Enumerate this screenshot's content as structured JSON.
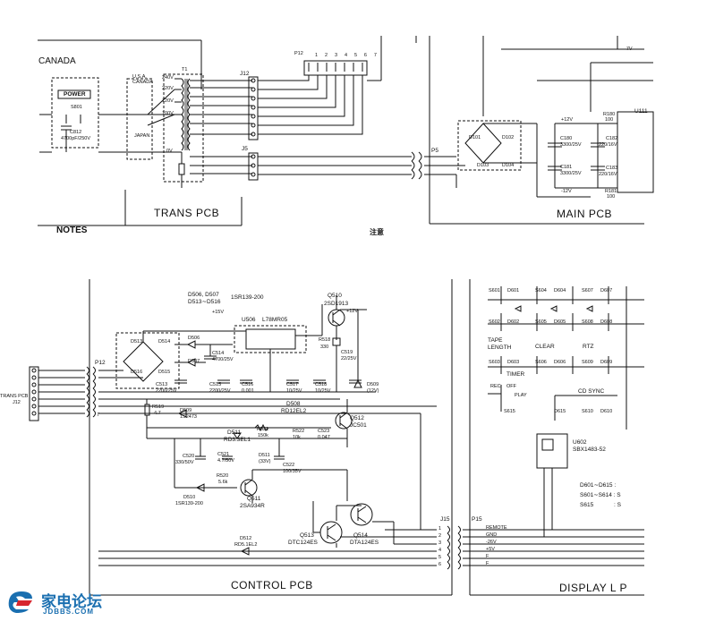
{
  "top": {
    "canada": "CANADA",
    "power": "POWER",
    "s801": "S801",
    "c812": "C812",
    "c812_val": "4700pF/250V",
    "region_usa": "U.S.A.",
    "region_canada": "CANADA",
    "region_japan": "JAPAN",
    "t1": "T1",
    "v240": "240V",
    "v220": "220V",
    "v120": "120V",
    "v100": "100V",
    "v0": "0V",
    "j12": "J12",
    "j5": "J5",
    "p12": "P12",
    "p12_pins": "1 2 3 4 5 6 7",
    "trans_pcb": "TRANS PCB",
    "p5": "P5",
    "d101": "D101",
    "d102": "D102",
    "d103": "D103",
    "d104": "D104",
    "plus12": "+12V",
    "minus12": "-12V",
    "minus7": "-7V",
    "c180": "C180",
    "c180_val": "3300/25V",
    "c181": "C181",
    "c181_val": "3300/25V",
    "c182": "C182",
    "c182_val": "220/16V",
    "c183": "C183",
    "c183_val": "220/16V",
    "r180": "R180",
    "r180_val": "100",
    "r181": "R181",
    "r181_val": "100",
    "u111": "U111",
    "main_pcb": "MAIN PCB",
    "notes": "NOTES",
    "zhuyi": "注意"
  },
  "bottom": {
    "d506_label": "D506, D507",
    "d513_label": "D513∼D516",
    "d506_part": "1SR139-200",
    "q510": "Q510",
    "q510_part": "2SD1913",
    "plus12": "+12V",
    "plus15": "+15V",
    "u506": "U506",
    "u506_part": "L78MR05",
    "d513": "D513",
    "d514": "D514",
    "d515": "D515",
    "d516": "D516",
    "d506": "D506",
    "d507": "D507",
    "c514": "C514",
    "c514_val": "4700/25V",
    "r518": "R518",
    "r518_val": "330",
    "c519": "C519",
    "c519_val": "22/25V",
    "c513": "C513",
    "c513_val": "2200/25V",
    "c515": "C515",
    "c515_val": "2200/25V",
    "c516": "C516",
    "c516_val": "0.001",
    "c517": "C517",
    "c517_val": "10/25V",
    "c518": "C518",
    "c518_val": "10/25V",
    "d509": "D509",
    "d509_val": "(12V)",
    "d508": "D508",
    "d508_part": "RD12EL2",
    "trans_pcb": "TRANS PCB",
    "j12": "J12",
    "p12": "P12",
    "r519": "R519",
    "r519_val": "4.7",
    "s509": "D509",
    "s509_part": "1S2473",
    "r521": "R521",
    "r521_val": "150k",
    "r522": "R522",
    "r522_val": "10k",
    "c523": "C523",
    "c523_val": "0.047",
    "q512": "Q512",
    "q512_part": "JC501",
    "d511": "D511",
    "d511_part": "RD3.3EL1",
    "c520": "C520",
    "c520_val": "330/50V",
    "c521": "C521",
    "c521_val": "4.7/50V",
    "d511b": "D511",
    "d511b_val": "(33V)",
    "c522": "C522",
    "c522_val": "100/35V",
    "r520": "R520",
    "r520_val": "5.6k",
    "q511": "Q511",
    "q511_part": "2SA934R",
    "d510": "D510",
    "d510_part": "1SR139-200",
    "q513": "Q513",
    "q513_part": "DTC124ES",
    "q514": "Q514",
    "q514_part": "DTA124ES",
    "d512": "D512",
    "d512_part": "RD5.1EL2",
    "j15": "J15",
    "p15": "P15",
    "p15_pins": [
      "REMOTE",
      "GND",
      "-26V",
      "+5V",
      "F",
      "F"
    ],
    "pin_nums": [
      "1",
      "2",
      "3",
      "4",
      "5",
      "6",
      "7"
    ],
    "control_pcb": "CONTROL PCB",
    "display_pcb": "DISPLAY L P",
    "keys": {
      "s601": "S601",
      "d601": "D601",
      "s604": "S604",
      "d604": "D604",
      "s607": "S607",
      "d607": "D607",
      "s602": "S602",
      "d602": "D602",
      "s605": "S605",
      "d605": "D605",
      "s608": "S608",
      "d608": "D608",
      "tape_length": "TAPE LENGTH",
      "clear": "CLEAR",
      "rtz": "RTZ",
      "s603": "S603",
      "d603": "D603",
      "s606": "S606",
      "d606": "D606",
      "s609": "S609",
      "d609": "D609",
      "timer": "TIMER",
      "rec": "REC",
      "off": "OFF",
      "play": "PLAY",
      "cd_sync": "CD SYNC",
      "s615": "S615",
      "d615": "D615",
      "s610": "S610",
      "d610": "D610"
    },
    "u602": "U602",
    "u602_part": "SBX1483-52",
    "d601_615": "D601∼D615 : ",
    "s601_614": "S601∼S614 : S",
    "s615": "S615",
    "s615_val": ": S"
  },
  "logo": {
    "cn": "家电论坛",
    "en": "JDBBS.COM"
  }
}
